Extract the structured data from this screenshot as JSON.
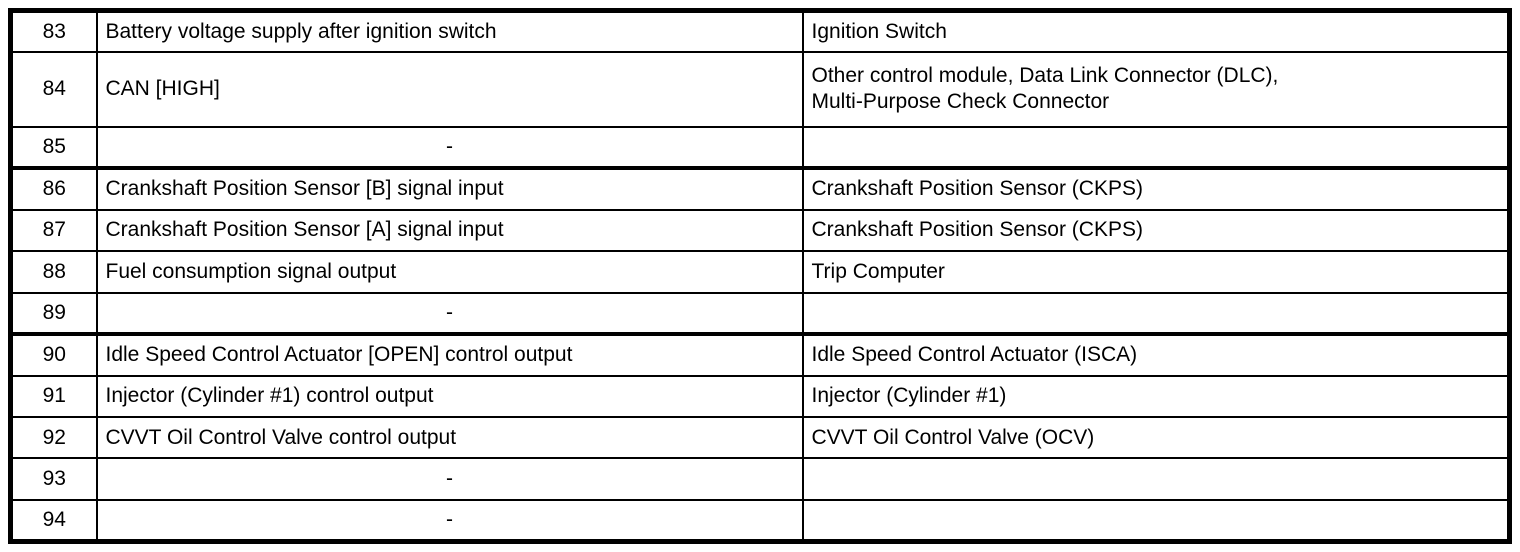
{
  "document": {
    "kind": "connector-pin-assignment-table",
    "colors": {
      "background": "#ffffff",
      "border": "#000000",
      "text": "#000000"
    }
  },
  "table": {
    "columns": [
      "pin",
      "description",
      "connected_to"
    ],
    "rows": [
      {
        "pin": "83",
        "description": "Battery voltage supply after ignition switch",
        "connected_to": "Ignition Switch",
        "section_break": false
      },
      {
        "pin": "84",
        "description": "CAN [HIGH]",
        "connected_to": "Other control module, Data Link Connector (DLC),\nMulti-Purpose Check Connector",
        "section_break": false
      },
      {
        "pin": "85",
        "description": "-",
        "connected_to": "",
        "section_break": false
      },
      {
        "pin": "86",
        "description": "Crankshaft Position Sensor [B] signal input",
        "connected_to": "Crankshaft Position Sensor (CKPS)",
        "section_break": true
      },
      {
        "pin": "87",
        "description": "Crankshaft Position Sensor [A] signal input",
        "connected_to": "Crankshaft Position Sensor (CKPS)",
        "section_break": false
      },
      {
        "pin": "88",
        "description": "Fuel consumption signal output",
        "connected_to": "Trip Computer",
        "section_break": false
      },
      {
        "pin": "89",
        "description": "-",
        "connected_to": "",
        "section_break": false
      },
      {
        "pin": "90",
        "description": "Idle Speed Control Actuator [OPEN] control output",
        "connected_to": "Idle Speed Control Actuator (ISCA)",
        "section_break": true
      },
      {
        "pin": "91",
        "description": "Injector (Cylinder #1) control output",
        "connected_to": "Injector (Cylinder #1)",
        "section_break": false
      },
      {
        "pin": "92",
        "description": "CVVT Oil Control Valve control output",
        "connected_to": "CVVT Oil Control Valve (OCV)",
        "section_break": false
      },
      {
        "pin": "93",
        "description": "-",
        "connected_to": "",
        "section_break": false
      },
      {
        "pin": "94",
        "description": "-",
        "connected_to": "",
        "section_break": false
      }
    ]
  }
}
